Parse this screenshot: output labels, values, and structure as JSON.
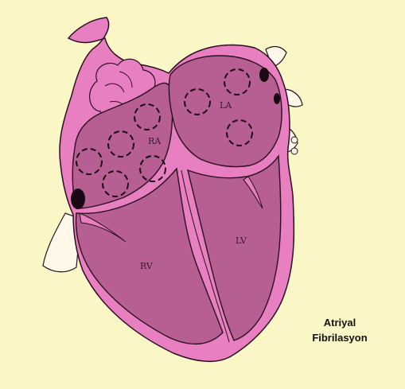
{
  "diagram": {
    "labels": {
      "ra": "RA",
      "la": "LA",
      "rv": "RV",
      "lv": "LV"
    },
    "caption": {
      "line1": "Atriyal",
      "line2": "Fibrilasyon"
    }
  },
  "colors": {
    "background": "#fbf6c6",
    "wall": "#e87fc0",
    "chamber": "#b75e92",
    "vessel": "#fdf8e7",
    "outline": "#2a1021"
  }
}
